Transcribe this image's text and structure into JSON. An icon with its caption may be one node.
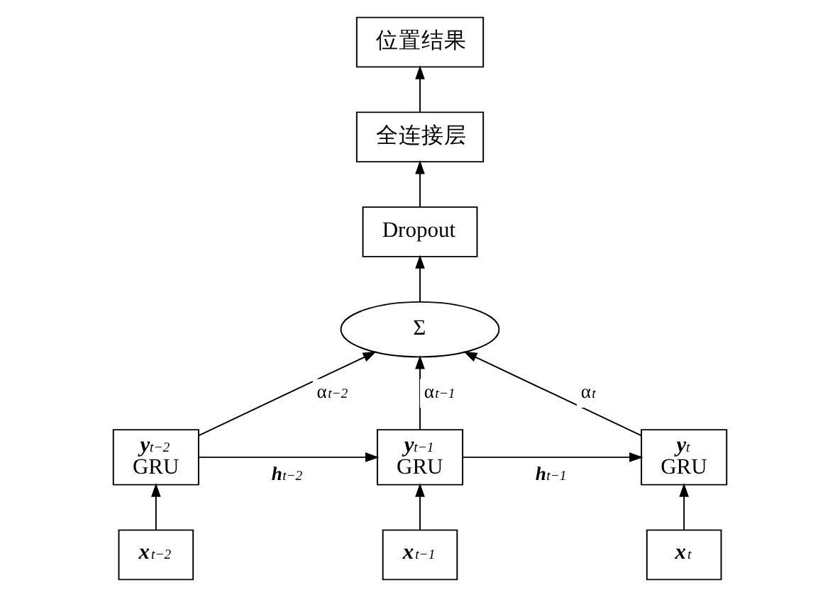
{
  "diagram": {
    "nodes": [
      {
        "text": [
          "位置结果"
        ]
      },
      {
        "text": [
          "全连接层"
        ]
      },
      {
        "text": [
          "Dropout"
        ]
      },
      {
        "text": [
          "Σ"
        ]
      },
      {
        "text": [
          "*y*$_{t−2}$",
          "GRU"
        ]
      },
      {
        "text": [
          "*y*$_{t−1}$",
          "GRU"
        ]
      },
      {
        "text": [
          "*y*$_{t}$",
          "GRU"
        ]
      },
      {
        "text": [
          "*x*$_{t−2}$"
        ]
      },
      {
        "text": [
          "*x*$_{t−1}$"
        ]
      },
      {
        "text": [
          "*x*$_{t}$"
        ]
      }
    ],
    "edges": [
      {
        "from": 7,
        "to": 4,
        "arrow": "to"
      },
      {
        "from": 8,
        "to": 5,
        "arrow": "to"
      },
      {
        "from": 9,
        "to": 6,
        "arrow": "to"
      },
      {
        "from": 4,
        "to": 5,
        "arrow": "to",
        "label": "*h*$_{t−2}$"
      },
      {
        "from": 5,
        "to": 6,
        "arrow": "to",
        "label": "*h*$_{t−1}$"
      },
      {
        "from": 4,
        "to": 3,
        "arrow": "to",
        "label": "α$_{t−2}$"
      },
      {
        "from": 5,
        "to": 3,
        "arrow": "to",
        "label": "α$_{t−1}$"
      },
      {
        "from": 6,
        "to": 3,
        "arrow": "to",
        "label": "α$_{t}$"
      },
      {
        "from": 3,
        "to": 2,
        "arrow": "to"
      },
      {
        "from": 2,
        "to": 1,
        "arrow": "to"
      },
      {
        "from": 1,
        "to": 0,
        "arrow": "to"
      }
    ]
  }
}
